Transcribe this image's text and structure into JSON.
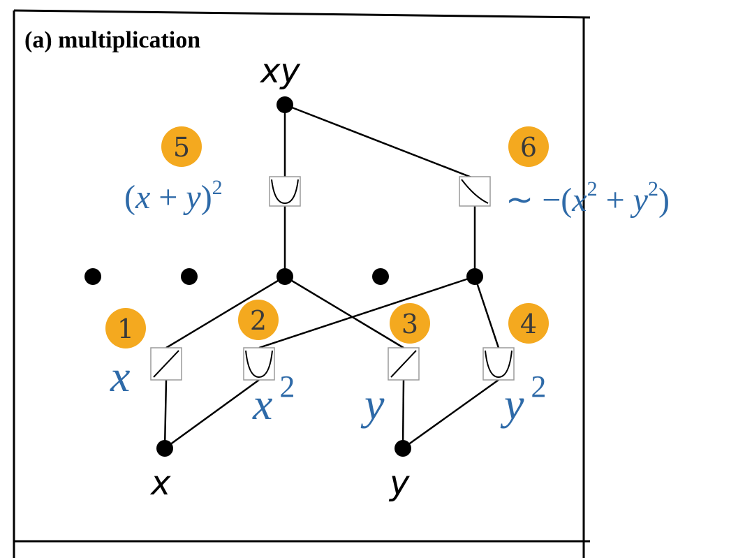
{
  "panel": {
    "title": "(a) multiplication"
  },
  "labels": {
    "output": "xy",
    "input_x": "x",
    "input_y": "y"
  },
  "badges": [
    "1",
    "2",
    "3",
    "4",
    "5",
    "6"
  ],
  "activations": {
    "a1": {
      "expression_var": "x",
      "shape": "linear"
    },
    "a2": {
      "expression_var": "x",
      "expression_power": "2",
      "shape": "parabola"
    },
    "a3": {
      "expression_var": "y",
      "shape": "linear"
    },
    "a4": {
      "expression_var": "y",
      "expression_power": "2",
      "shape": "parabola"
    },
    "a5": {
      "expr_open": "(",
      "expr_x": "x",
      "expr_plus": " + ",
      "expr_y": "y",
      "expr_close": ")",
      "expr_power": "2",
      "shape": "parabola"
    },
    "a6": {
      "expr_tilde": "∼ −(",
      "expr_x": "x",
      "expr_xpow": "2",
      "expr_plus": " + ",
      "expr_y": "y",
      "expr_ypow": "2",
      "expr_close": ")",
      "shape": "decreasing"
    }
  },
  "colors": {
    "badge_fill": "#f4a91f",
    "badge_text": "#3a3a3a",
    "math_blue": "#2e6aa8",
    "edge": "#000000",
    "box_border": "#9a9a9a"
  }
}
